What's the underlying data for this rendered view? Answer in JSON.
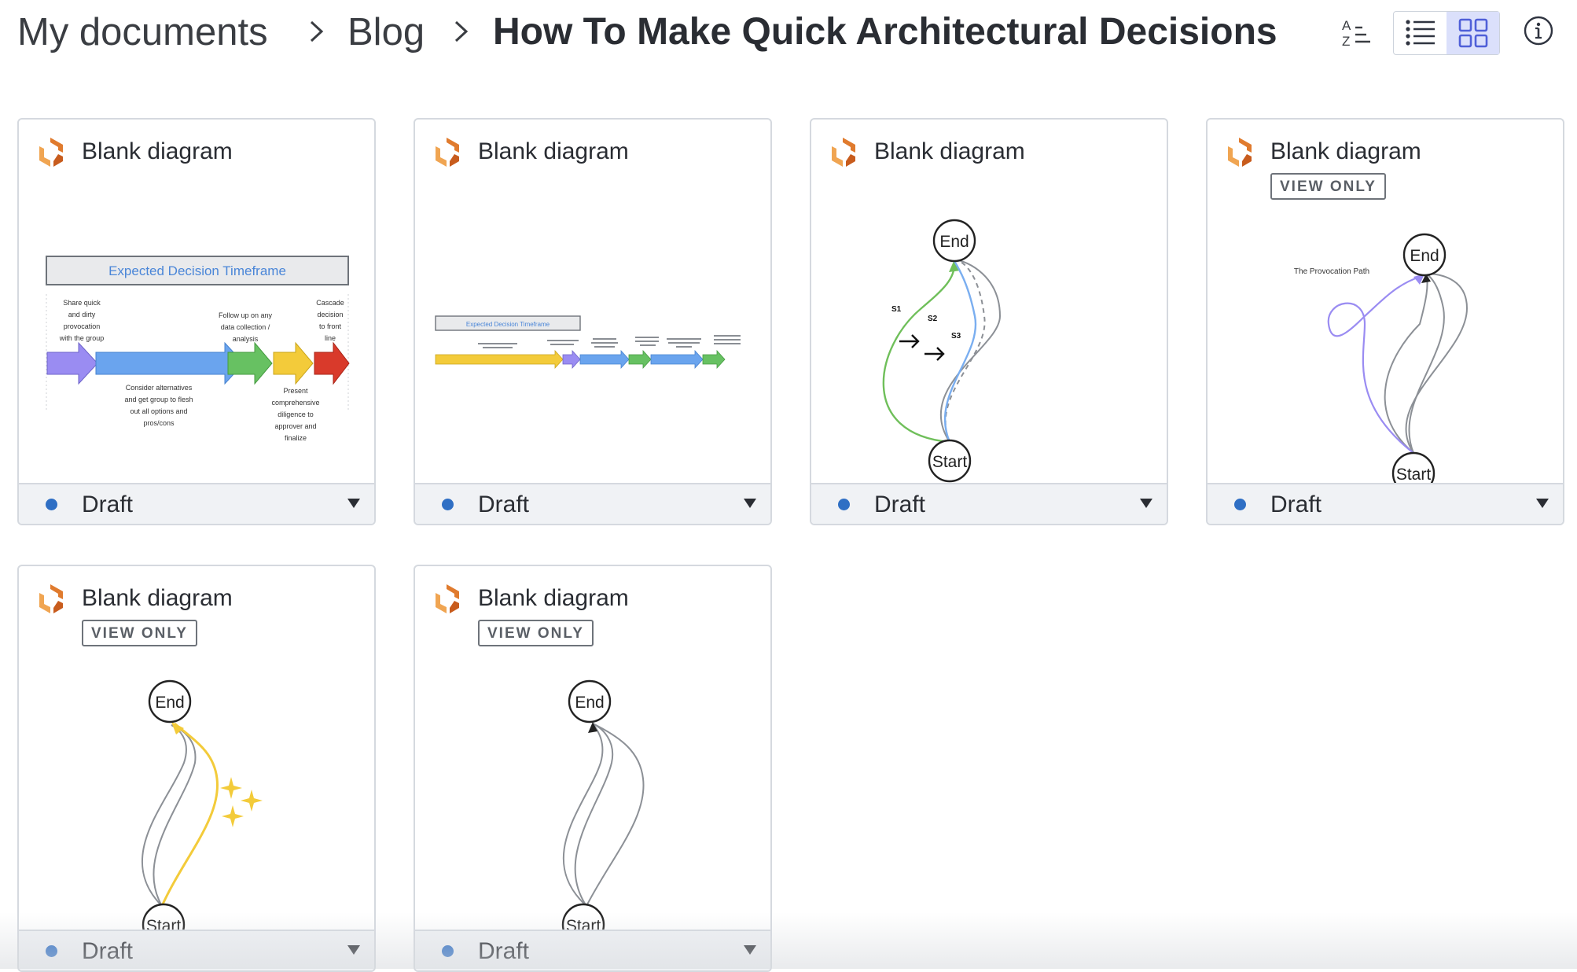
{
  "breadcrumb": {
    "items": [
      "My documents",
      "Blog"
    ],
    "current": "How To Make Quick Architectural Decisions"
  },
  "toolbar": {
    "sort_icon": "sort-alpha-icon",
    "list_view_icon": "list-view-icon",
    "grid_view_icon": "grid-view-icon",
    "info_icon": "info-icon",
    "active_view": "grid"
  },
  "cards": [
    {
      "title": "Blank diagram",
      "badge": "",
      "status": "Draft",
      "thumbnail": "timeframe-large"
    },
    {
      "title": "Blank diagram",
      "badge": "",
      "status": "Draft",
      "thumbnail": "timeframe-small"
    },
    {
      "title": "Blank diagram",
      "badge": "",
      "status": "Draft",
      "thumbnail": "start-end-paths"
    },
    {
      "title": "Blank diagram",
      "badge": "VIEW ONLY",
      "status": "Draft",
      "thumbnail": "provocation-path"
    },
    {
      "title": "Blank diagram",
      "badge": "VIEW ONLY",
      "status": "Draft",
      "thumbnail": "highlighted-path"
    },
    {
      "title": "Blank diagram",
      "badge": "VIEW ONLY",
      "status": "Draft",
      "thumbnail": "plain-paths"
    }
  ],
  "thumb_text": {
    "timeframe_title": "Expected Decision Timeframe",
    "steps": [
      "Share quick and dirty provocation with the group",
      "Follow up on any data collection / analysis",
      "Cascade decision to front line",
      "Consider alternatives and get group to flesh out all options and pros/cons",
      "Present comprehensive diligence to approver and finalize"
    ],
    "node_end": "End",
    "node_start": "Start",
    "s1": "S1",
    "s2": "S2",
    "s3": "S3",
    "provocation": "The Provocation Path"
  },
  "colors": {
    "status_dot": "#2f6fc4",
    "logo_orange": "#e07b2e",
    "active_view_bg": "#dbe0fb",
    "path_green": "#6fbf5a",
    "path_blue": "#7aaef0",
    "path_purple": "#9a8cf2",
    "path_yellow": "#f3cb3a"
  }
}
